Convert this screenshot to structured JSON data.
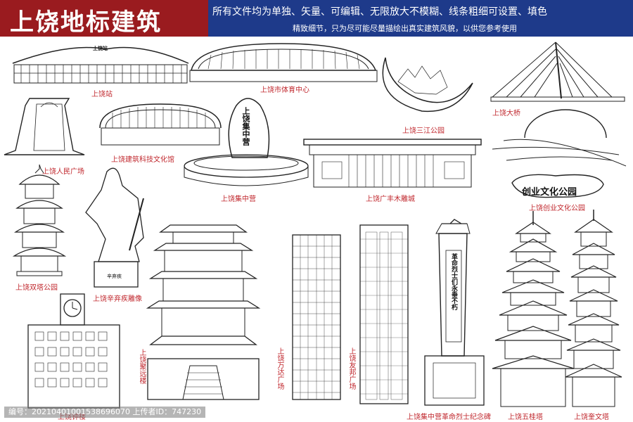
{
  "header": {
    "title": "上饶地标建筑",
    "line1": "所有文件均为单独、矢量、可编辑、无限放大不模糊、线条粗细可设置、填色",
    "line2": "精致细节，只为尽可能尽量描绘出真实建筑风貌，以供您参考使用"
  },
  "colors": {
    "title_bg": "#9a1b1f",
    "header_bg": "#1e3a8a",
    "label_red": "#c0272d",
    "line": "#222222"
  },
  "landmarks": [
    {
      "label": "上饶站"
    },
    {
      "label": "上饶市体育中心"
    },
    {
      "label": "上饶三江公园"
    },
    {
      "label": "上饶大桥"
    },
    {
      "label": "上饶人民广场"
    },
    {
      "label": "上饶建筑科技文化馆"
    },
    {
      "label": "上饶集中营"
    },
    {
      "label": "上饶广丰木雕城"
    },
    {
      "label": "上饶创业文化公园"
    },
    {
      "label": "上饶双塔公园"
    },
    {
      "label": "上饶辛弃疾雕像"
    },
    {
      "label": "上饶聚远楼"
    },
    {
      "label": "上饶万达广场"
    },
    {
      "label": "上饶友邦广场"
    },
    {
      "label": "上饶钟楼"
    },
    {
      "label": "上饶集中营革命烈士纪念碑"
    },
    {
      "label": "上饶五桂塔"
    },
    {
      "label": "上饶奎文塔"
    }
  ],
  "inscriptions": {
    "station_sign": "上饶站",
    "stone": "上饶集中营",
    "park_sign": "创业文化公园",
    "statue_plate": "辛弃疾",
    "monument": "革命烈士们永垂不朽"
  },
  "footer": {
    "text": "编号：20210401001538696070 上传者ID：747230"
  }
}
